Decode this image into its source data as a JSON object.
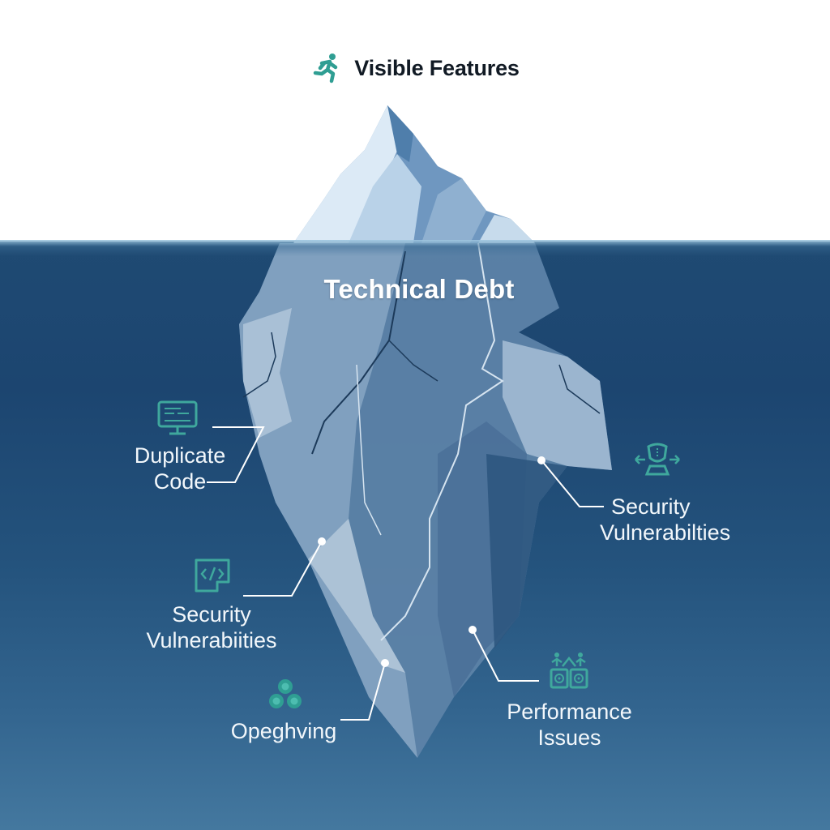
{
  "header": {
    "title": "Visible Features",
    "icon": "running-person-icon"
  },
  "iceberg": {
    "title": "Technical Debt"
  },
  "callouts": [
    {
      "id": "duplicate-code",
      "line1": "Duplicate",
      "line2": "Code",
      "icon": "monitor-code-icon"
    },
    {
      "id": "security-vulnerabilities-right",
      "line1": "Security",
      "line2": "Vulnerabilties",
      "icon": "shield-arrows-icon"
    },
    {
      "id": "security-vulnerabilities-left",
      "line1": "Security",
      "line2": "Vulnerabiities",
      "icon": "code-tag-icon"
    },
    {
      "id": "opeghving",
      "line1": "Opeghving",
      "icon": "tri-circle-icon"
    },
    {
      "id": "performance-issues",
      "line1": "Performance",
      "line2": "Issues",
      "icon": "people-speakers-icon"
    }
  ],
  "colors": {
    "accent": "#2f9e93",
    "title_text": "#111a24",
    "sea_top": "#1f4a73",
    "sea_bottom": "#44789f",
    "label_text": "#f2f7fb"
  }
}
